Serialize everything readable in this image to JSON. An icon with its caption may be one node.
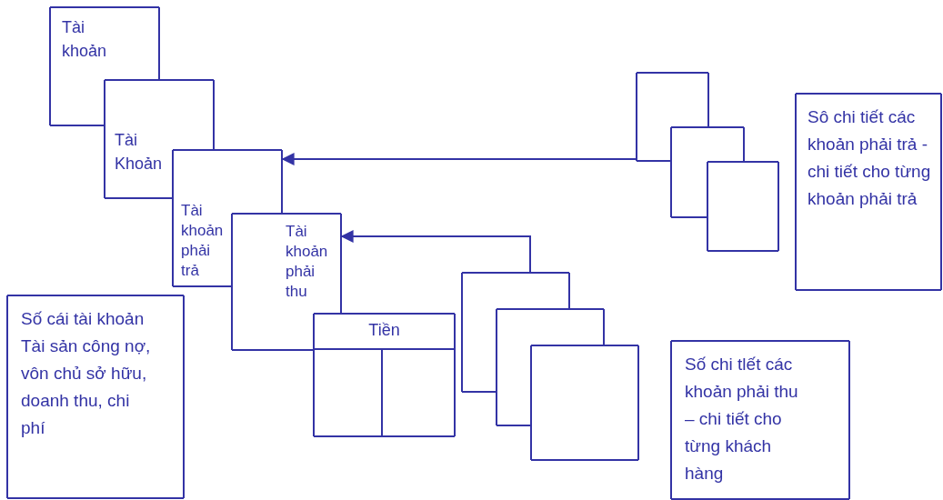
{
  "diagram": {
    "nodes": [
      {
        "text": [
          "Tài khoản"
        ]
      },
      {
        "text": [
          "Tài Khoản"
        ]
      },
      {
        "text": [
          "Tài khoản phải trả"
        ]
      },
      {
        "text": [
          "Tài khoản phải thu"
        ]
      },
      {
        "text": [
          "Tiền"
        ]
      },
      {
        "text": [
          "Số cái tài khoản Tài sản công nợ, vôn chủ sở hữu, doanh thu, chi phí"
        ]
      },
      {
        "text": [],
        "shape": "box"
      },
      {
        "text": [],
        "shape": "box"
      },
      {
        "text": [],
        "shape": "box"
      },
      {
        "text": [
          "Sô chi tiết các khoản phải trả - chi tiết cho từng khoản phải trả"
        ]
      },
      {
        "text": [],
        "shape": "box"
      },
      {
        "text": [],
        "shape": "box"
      },
      {
        "text": [],
        "shape": "box"
      },
      {
        "text": [
          "Số chi tlết các khoản phải thu – chi tiết cho từng khách hàng"
        ]
      }
    ],
    "edges": [
      {
        "from": 6,
        "to": 2,
        "arrow": "to"
      },
      {
        "from": 10,
        "to": 3,
        "arrow": "to"
      }
    ]
  }
}
